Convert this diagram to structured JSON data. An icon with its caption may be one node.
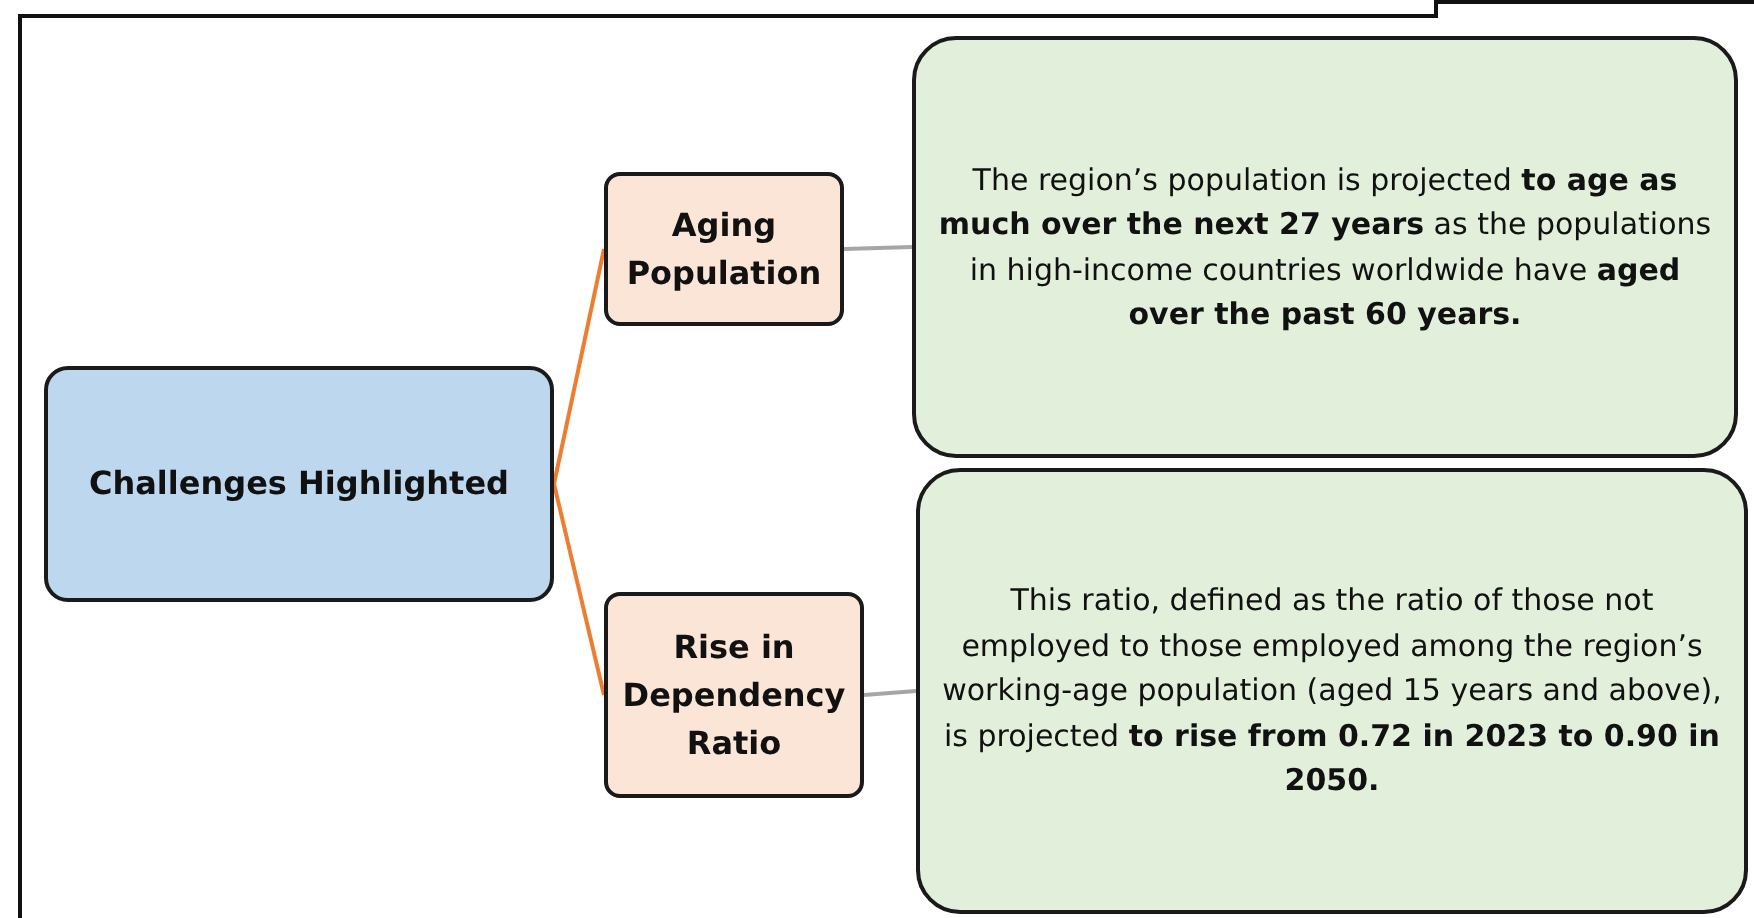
{
  "diagram": {
    "nodes": [
      {
        "text": [
          "Challenges Highlighted"
        ]
      },
      {
        "text": [
          "Aging Population"
        ]
      },
      {
        "text": [
          "The region’s population is projected **to age as much over the next 27 years** as the populations in high-income countries worldwide have **aged over the past 60 years.**"
        ]
      },
      {
        "text": [
          "Rise in Dependency Ratio"
        ]
      },
      {
        "text": [
          "This ratio, defined as the ratio of those not employed to those employed among the region’s working-age population (aged 15 years and above), is projected **to rise from 0.72 in 2023 to 0.90 in 2050.**"
        ]
      }
    ],
    "edges": [
      {
        "from": 0,
        "to": 1,
        "arrow": "none",
        "color": "#ed7d31"
      },
      {
        "from": 0,
        "to": 3,
        "arrow": "none",
        "color": "#ed7d31"
      },
      {
        "from": 1,
        "to": 2,
        "arrow": "none",
        "color": "#a6a6a6"
      },
      {
        "from": 3,
        "to": 4,
        "arrow": "none",
        "color": "#a6a6a6"
      }
    ]
  }
}
